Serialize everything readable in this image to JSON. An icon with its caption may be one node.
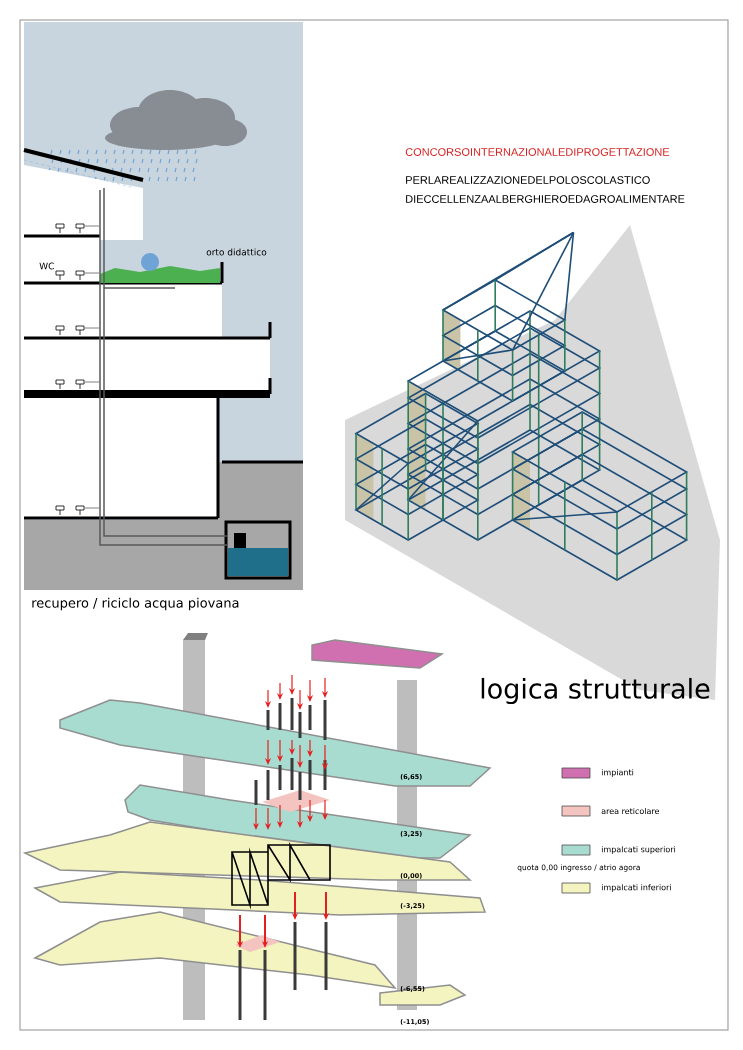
{
  "diagram": {
    "labels": [
      "CONCORSOINTERNAZIONALEDIPROGETTAZIONE",
      "PERLAREALIZZAZIONEDELPOLOSCOLASTICO",
      "DIECCELLENZAALBERGHIEROEDAGROALIMENTARE",
      "WC",
      "orto didattico",
      "recupero / riciclo acqua piovana",
      "logica strutturale",
      "(6,65)",
      "(3,25)",
      "quota 0,00 ingresso / atrio agora",
      "(0,00)",
      "(-3,25)",
      "(-6,55)",
      "(-11,05)"
    ],
    "legend": [
      {
        "text": "impianti",
        "color": "#d070b0"
      },
      {
        "text": "area reticolare",
        "color": "#f4c4c0"
      },
      {
        "text": "impalcati superiori",
        "color": "#a8dcd0"
      },
      {
        "text": "impalcati inferiori",
        "color": "#f4f4c0"
      }
    ]
  }
}
